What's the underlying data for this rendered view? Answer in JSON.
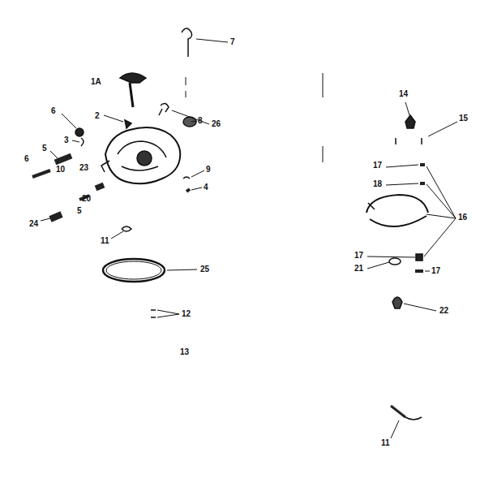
{
  "diagram": {
    "labels": [
      "7",
      "1A",
      "14",
      "2",
      "6",
      "26",
      "8",
      "15",
      "3",
      "5",
      "6",
      "17",
      "10",
      "23",
      "9",
      "18",
      "4",
      "20",
      "5",
      "16",
      "24",
      "11",
      "17",
      "21",
      "17",
      "25",
      "22",
      "12",
      "13",
      "11"
    ]
  }
}
